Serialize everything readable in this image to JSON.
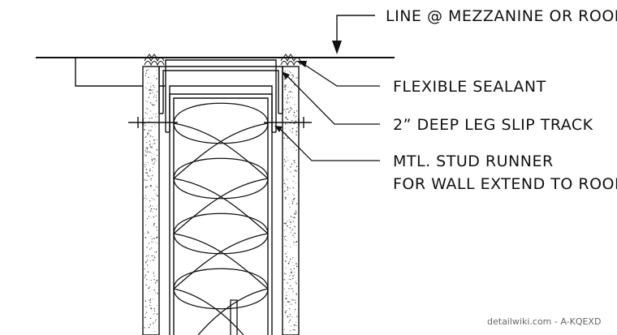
{
  "labels": {
    "roof_line": "LINE @ MEZZANINE OR ROOF",
    "sealant": "FLEXIBLE SEALANT",
    "slip_track": "2” DEEP LEG SLIP TRACK",
    "runner_line1": "MTL. STUD RUNNER",
    "runner_line2": "FOR WALL EXTEND TO ROOF"
  },
  "watermark": "detailwiki.com - A-KQEXD",
  "colors": {
    "line": "#111111",
    "stipple": "#555555",
    "background": "#ffffff"
  }
}
